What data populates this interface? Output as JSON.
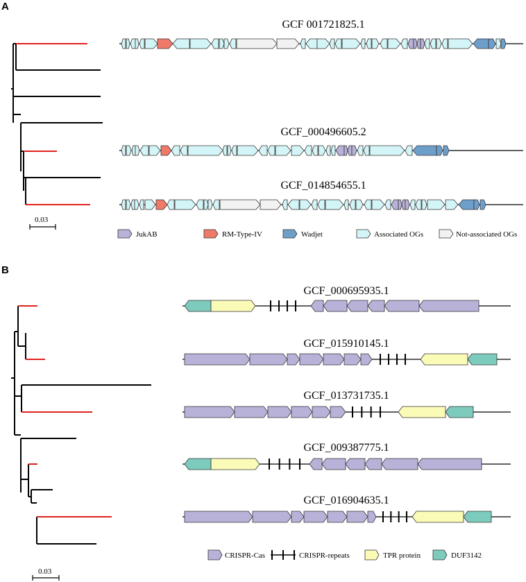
{
  "panels": [
    {
      "letter": "A",
      "scale_label": "0.03",
      "tracks": [
        {
          "label": "GCF 001721825.1"
        },
        {
          "label": "GCF_000496605.2"
        },
        {
          "label": "GCF_014854655.1"
        }
      ],
      "legend": [
        {
          "label": "JukAB",
          "color": "#b8b2d9"
        },
        {
          "label": "RM-Type-IV",
          "color": "#f07a6a"
        },
        {
          "label": "Wadjet",
          "color": "#6e9fcb"
        },
        {
          "label": "Associated OGs",
          "color": "#d4f5f7"
        },
        {
          "label": "Not-associated OGs",
          "color": "#f2f2f2"
        }
      ]
    },
    {
      "letter": "B",
      "scale_label": "0.03",
      "tracks": [
        {
          "label": "GCF_000695935.1"
        },
        {
          "label": "GCF_015910145.1"
        },
        {
          "label": "GCF_013731735.1"
        },
        {
          "label": "GCF_009387775.1"
        },
        {
          "label": "GCF_016904635.1"
        }
      ],
      "legend": [
        {
          "label": "CRISPR-Cas",
          "color": "#b8b2d9"
        },
        {
          "label": "CRISPR-repeats",
          "color": "#000000"
        },
        {
          "label": "TPR protein",
          "color": "#fbfbb8"
        },
        {
          "label": "DUF3142",
          "color": "#7dcbbd"
        }
      ]
    }
  ],
  "colors": {
    "tree_highlight": "#e0211c",
    "tree_default": "#000000"
  }
}
